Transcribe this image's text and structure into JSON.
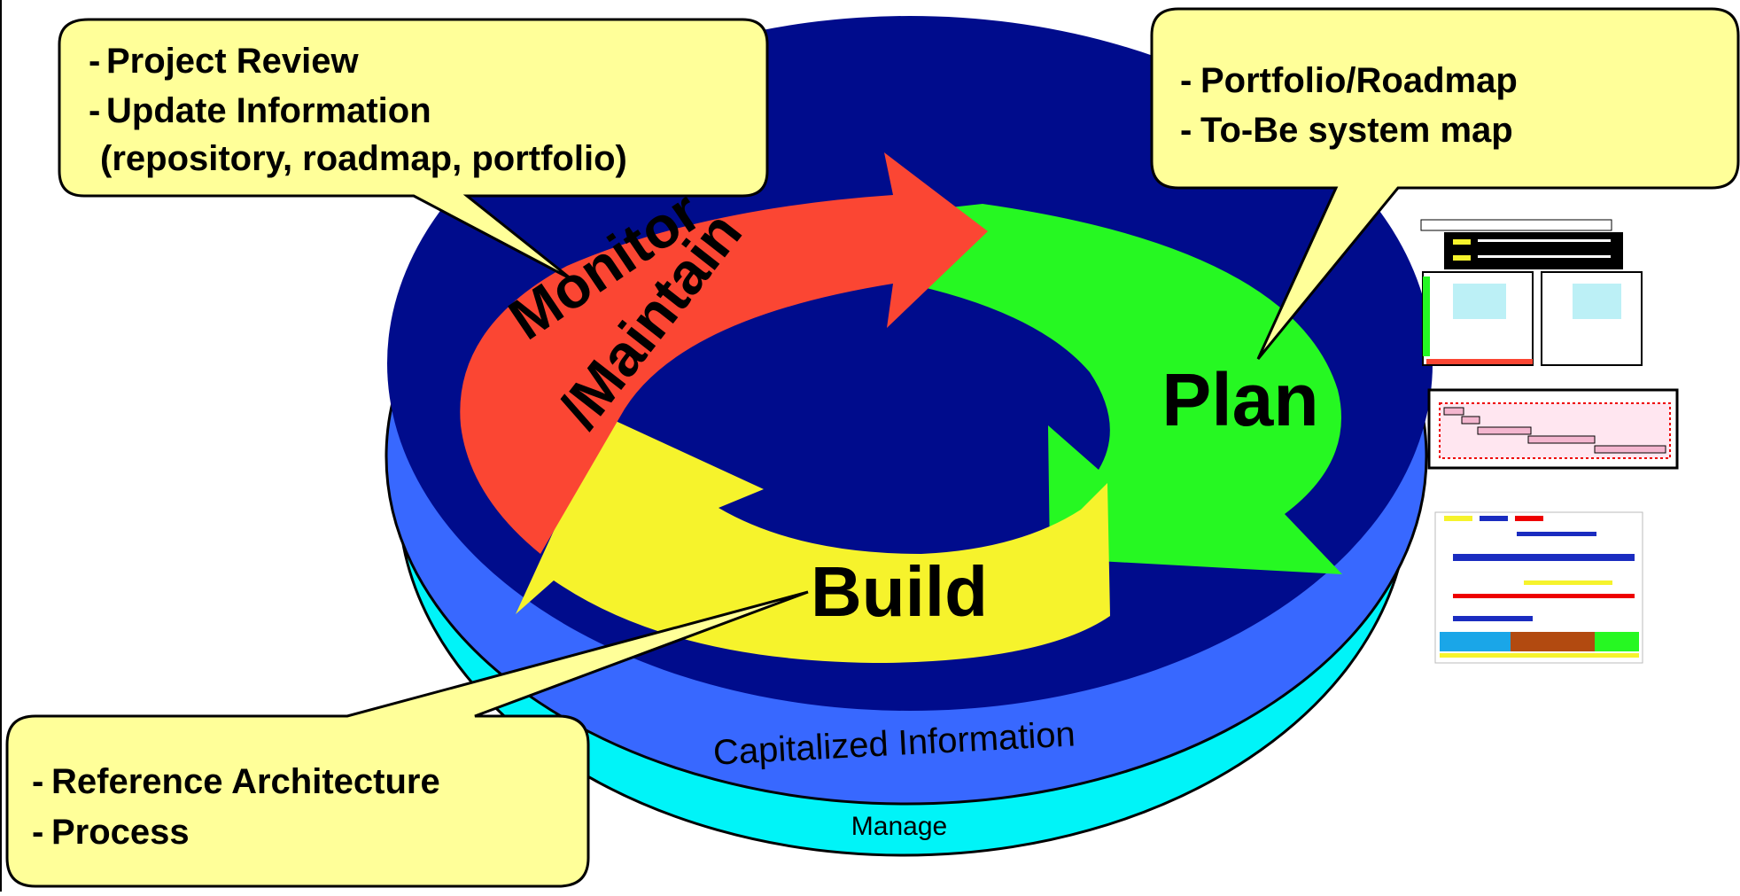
{
  "diagram": {
    "phases": {
      "monitor_line1": "Monitor",
      "monitor_line2": "/Maintain",
      "plan": "Plan",
      "build": "Build"
    },
    "layers": {
      "capitalized": "Capitalized Information",
      "manage": "Manage"
    },
    "callouts": {
      "monitor": {
        "items": [
          "Project Review",
          "Update Information"
        ],
        "sub": "(repository, roadmap, portfolio)"
      },
      "plan": {
        "items": [
          "Portfolio/Roadmap",
          "To-Be system map"
        ]
      },
      "build": {
        "items": [
          "Reference Architecture",
          "Process"
        ]
      }
    },
    "bullet": "-",
    "colors": {
      "top_disk": "#000c8c",
      "middle_disk": "#3868ff",
      "bottom_disk": "#00f4f8",
      "monitor_arrow": "#fb4633",
      "plan_arrow": "#26f822",
      "build_arrow": "#f6f32c",
      "callout_fill": "#ffff99"
    }
  }
}
